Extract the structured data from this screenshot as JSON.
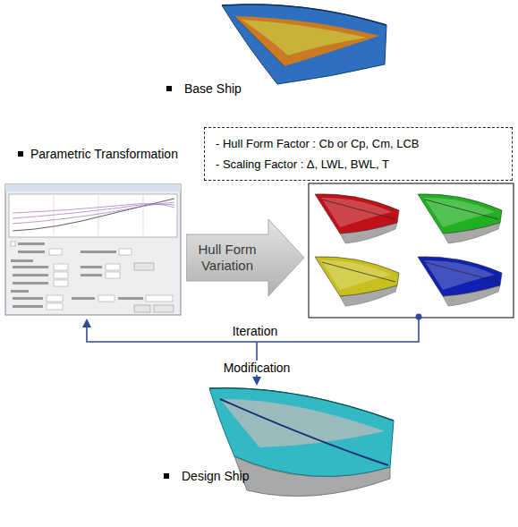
{
  "diagram": {
    "nodes": [
      {
        "text": [
          "- Hull Form Factor : Cb or Cp, Cm, LCB",
          "- Scaling Factor : Δ, LWL, BWL, T"
        ]
      },
      {
        "text": [
          "Hull Form Variation"
        ]
      }
    ],
    "labels": [
      "Base Ship",
      "Parametric Transformation",
      "Iteration",
      "Modification",
      "Design Ship"
    ]
  }
}
